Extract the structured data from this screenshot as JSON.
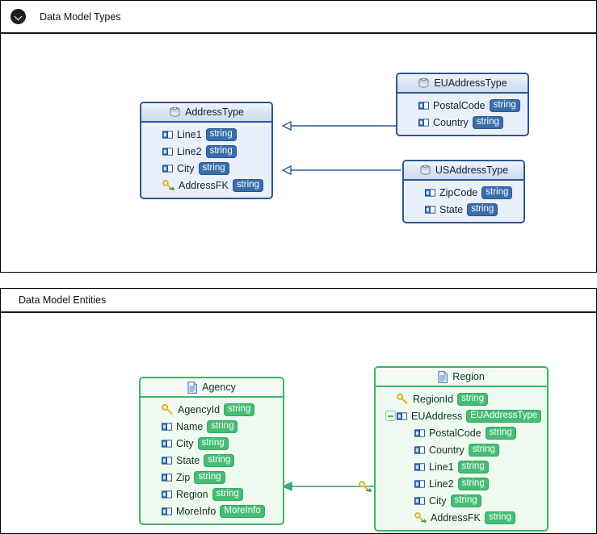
{
  "panels": [
    {
      "id": "types",
      "title": "Data Model Types",
      "toggle_icon": "chevron-down-icon",
      "collapsed": false
    },
    {
      "id": "entities",
      "title": "Data Model Entities",
      "collapsed": false
    }
  ],
  "colors": {
    "blue_border": "#2a5699",
    "blue_fill": "#eaf0f9",
    "blue_badge": "#3a6ea8",
    "green_border": "#3fb36a",
    "green_fill": "#eefaf0",
    "green_badge": "#45bd74",
    "connector_blue": "#2a5699",
    "connector_green": "#2f9e6b",
    "panel_border": "#000000"
  },
  "types": {
    "entities": [
      {
        "name": "AddressType",
        "icon": "type-stack-icon",
        "fields": [
          {
            "name": "Line1",
            "type": "string",
            "icon": "attribute-icon",
            "indent": 0
          },
          {
            "name": "Line2",
            "type": "string",
            "icon": "attribute-icon",
            "indent": 0
          },
          {
            "name": "City",
            "type": "string",
            "icon": "attribute-icon",
            "indent": 0
          },
          {
            "name": "AddressFK",
            "type": "string",
            "icon": "foreign-key-icon",
            "indent": 0
          }
        ]
      },
      {
        "name": "EUAddressType",
        "icon": "type-stack-icon",
        "fields": [
          {
            "name": "PostalCode",
            "type": "string",
            "icon": "attribute-icon",
            "indent": 0
          },
          {
            "name": "Country",
            "type": "string",
            "icon": "attribute-icon",
            "indent": 0
          }
        ]
      },
      {
        "name": "USAddressType",
        "icon": "type-stack-icon",
        "fields": [
          {
            "name": "ZipCode",
            "type": "string",
            "icon": "attribute-icon",
            "indent": 0
          },
          {
            "name": "State",
            "type": "string",
            "icon": "attribute-icon",
            "indent": 0
          }
        ]
      }
    ],
    "connectors": [
      {
        "from": "EUAddressType",
        "to": "AddressType",
        "arrow": "hollow-triangle-left"
      },
      {
        "from": "USAddressType",
        "to": "AddressType",
        "arrow": "hollow-triangle-left"
      }
    ]
  },
  "entities": {
    "entities": [
      {
        "name": "Agency",
        "icon": "entity-document-icon",
        "fields": [
          {
            "name": "AgencyId",
            "type": "string",
            "icon": "primary-key-icon",
            "indent": 0
          },
          {
            "name": "Name",
            "type": "string",
            "icon": "attribute-icon",
            "indent": 0
          },
          {
            "name": "City",
            "type": "string",
            "icon": "attribute-icon",
            "indent": 0
          },
          {
            "name": "State",
            "type": "string",
            "icon": "attribute-icon",
            "indent": 0
          },
          {
            "name": "Zip",
            "type": "string",
            "icon": "attribute-icon",
            "indent": 0
          },
          {
            "name": "Region",
            "type": "string",
            "icon": "attribute-icon",
            "indent": 0
          },
          {
            "name": "MoreInfo",
            "type": "MoreInfo",
            "icon": "attribute-icon",
            "indent": 0
          }
        ]
      },
      {
        "name": "Region",
        "icon": "entity-document-icon",
        "fields": [
          {
            "name": "RegionId",
            "type": "string",
            "icon": "primary-key-icon",
            "indent": 0
          },
          {
            "name": "EUAddress",
            "type": "EUAddressType",
            "icon": "attribute-icon",
            "indent": 0,
            "toggle": "minus"
          },
          {
            "name": "PostalCode",
            "type": "string",
            "icon": "attribute-icon",
            "indent": 1
          },
          {
            "name": "Country",
            "type": "string",
            "icon": "attribute-icon",
            "indent": 1
          },
          {
            "name": "Line1",
            "type": "string",
            "icon": "attribute-icon",
            "indent": 1
          },
          {
            "name": "Line2",
            "type": "string",
            "icon": "attribute-icon",
            "indent": 1
          },
          {
            "name": "City",
            "type": "string",
            "icon": "attribute-icon",
            "indent": 1
          },
          {
            "name": "AddressFK",
            "type": "string",
            "icon": "foreign-key-icon",
            "indent": 1
          }
        ]
      }
    ],
    "connectors": [
      {
        "from": "Region.Line2",
        "to": "Agency",
        "arrow": "solid-triangle-left",
        "marker": "foreign-key-icon"
      }
    ]
  }
}
